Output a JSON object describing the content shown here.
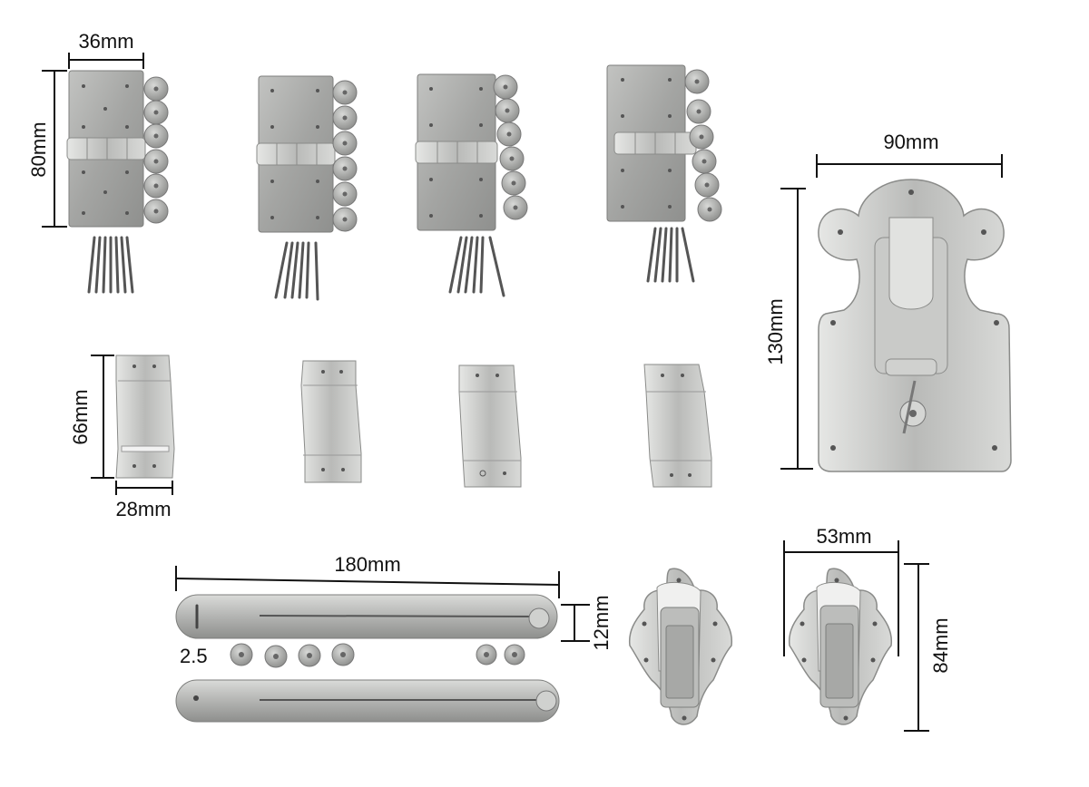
{
  "dimensions": {
    "hinge_width": "36mm",
    "hinge_height": "80mm",
    "bracket_height": "66mm",
    "bracket_width": "28mm",
    "latch_width": "90mm",
    "latch_height": "130mm",
    "strap_length": "180mm",
    "strap_width": "12mm",
    "strap_slot": "2.5",
    "small_latch_width": "53mm",
    "small_latch_height": "84mm"
  },
  "colors": {
    "metal": "#a9aaa8",
    "metal_dark": "#8a8b89",
    "metal_light": "#d4d5d3",
    "line": "#111111"
  }
}
